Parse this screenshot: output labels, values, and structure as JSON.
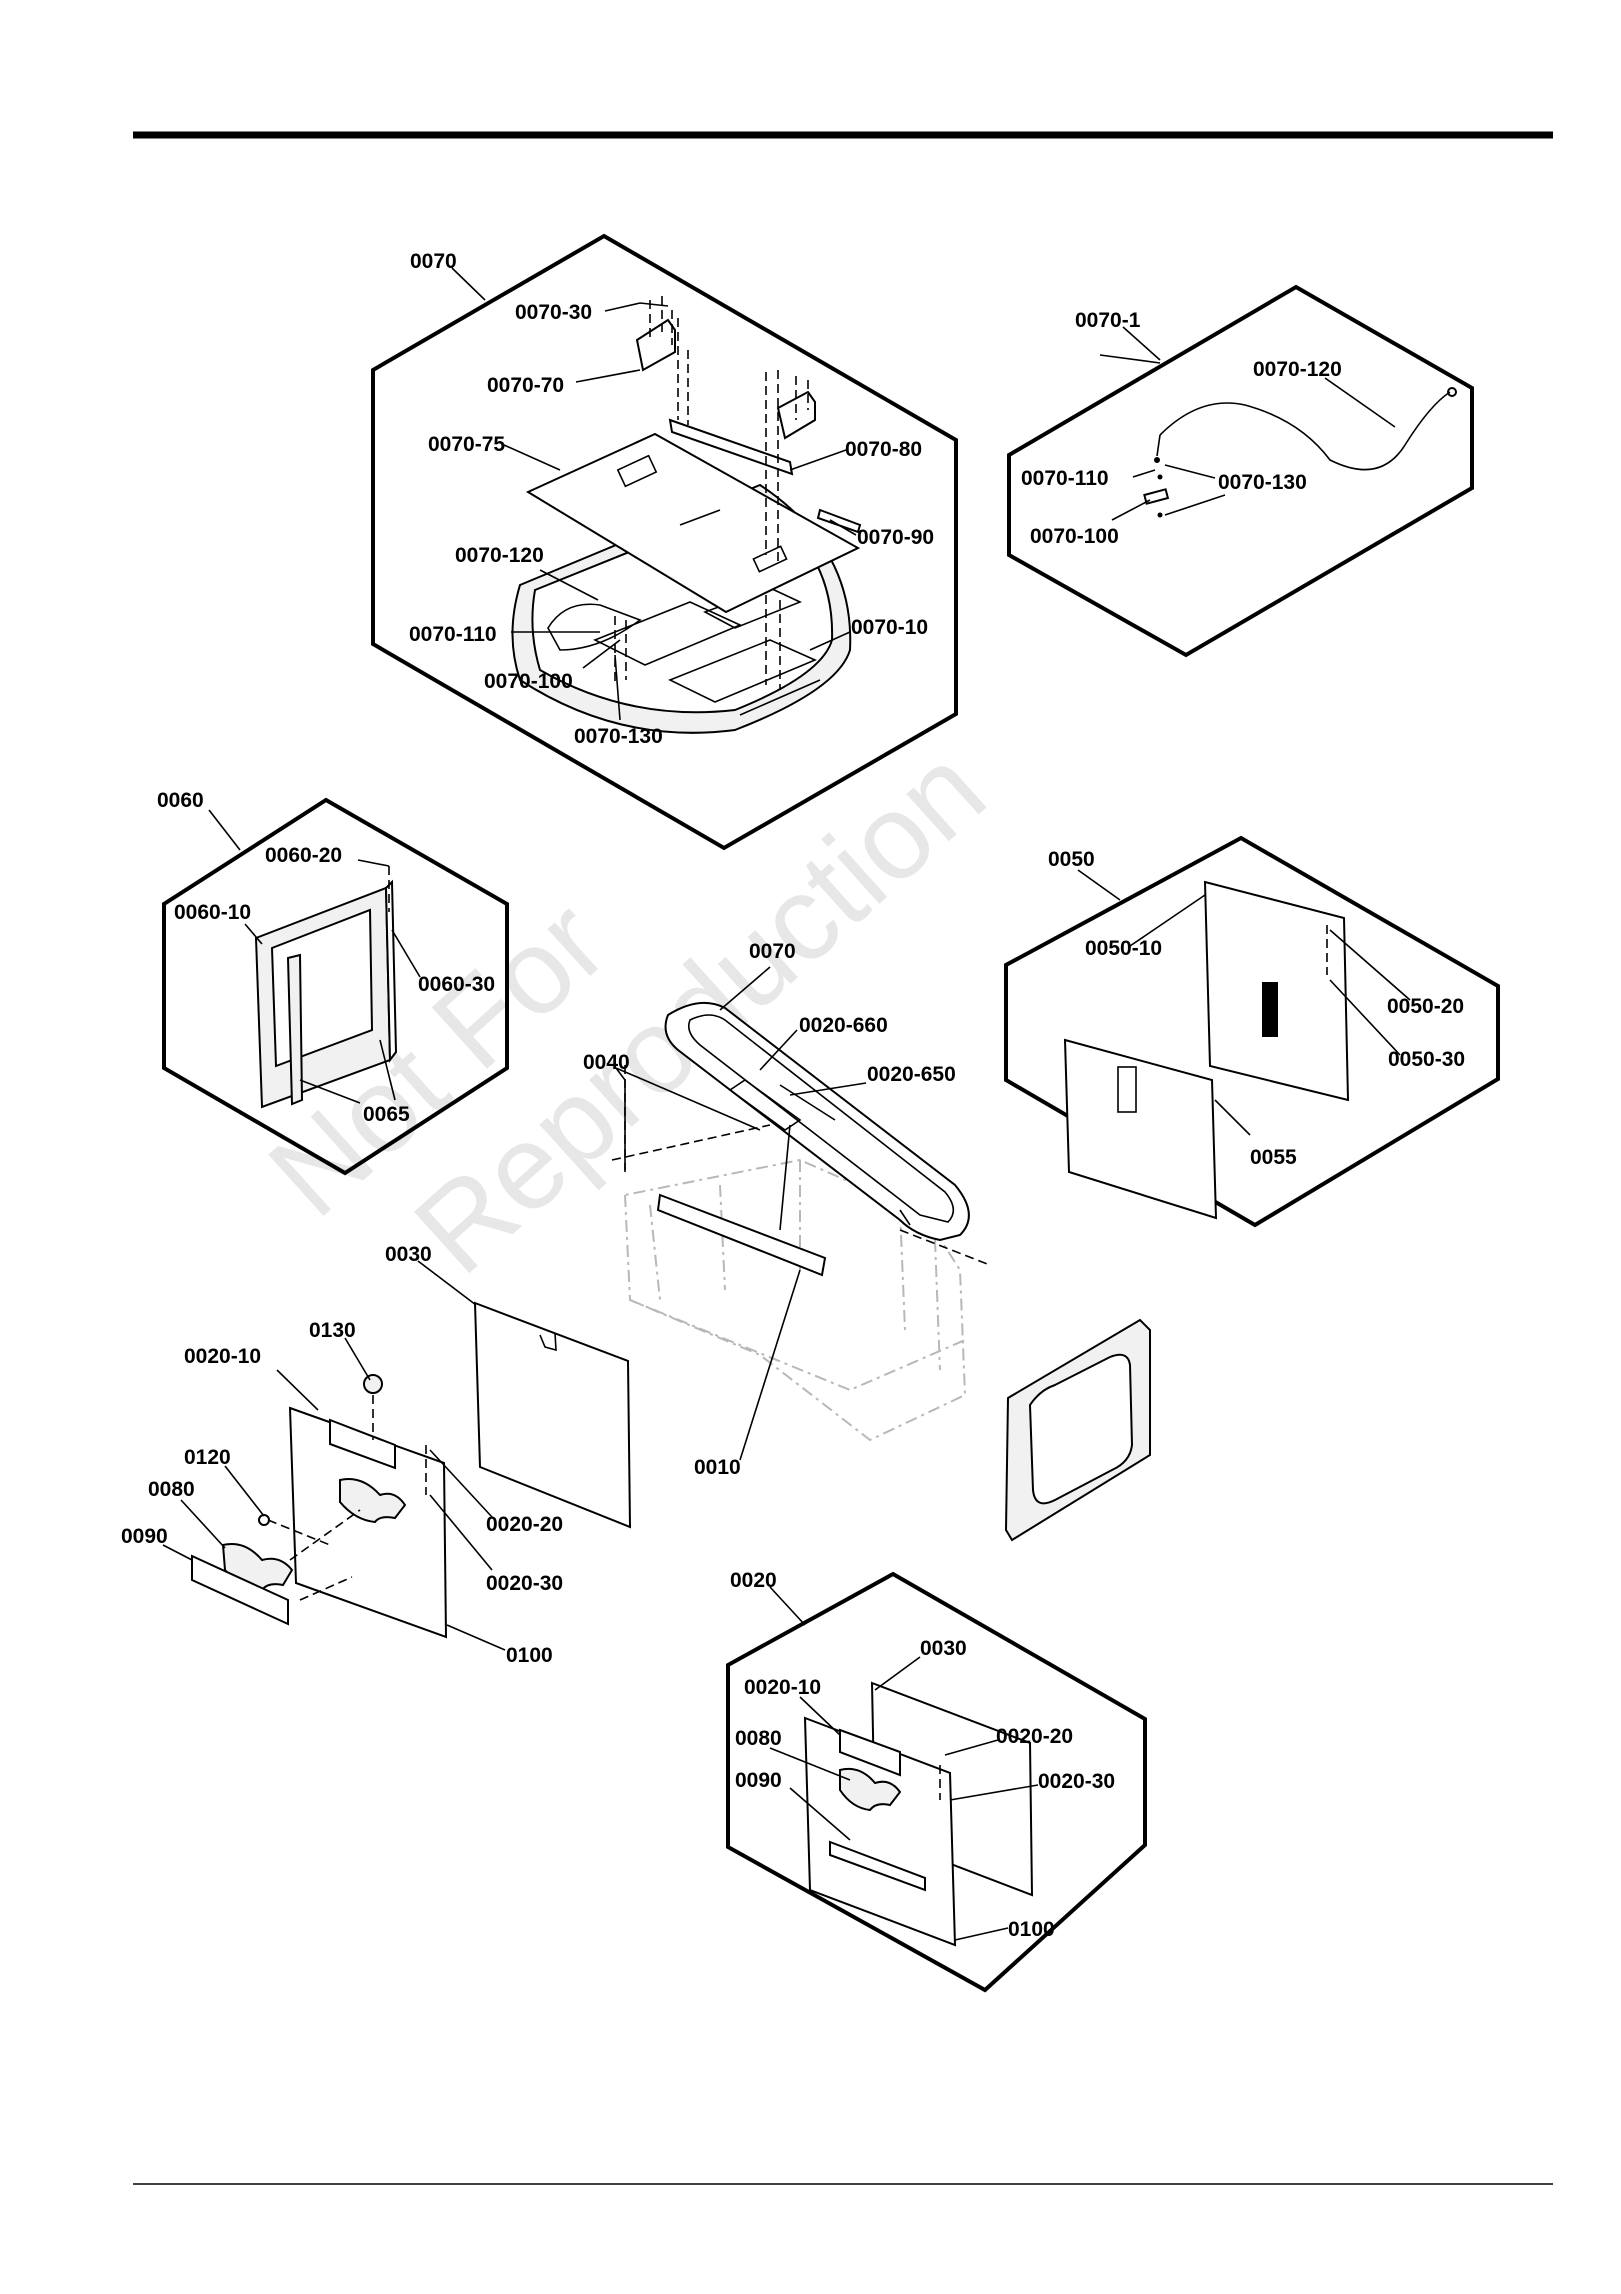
{
  "watermark": {
    "line1": "Not For",
    "line2": "Reproduction"
  },
  "labels": {
    "g0070": {
      "title": "0070",
      "p30": "0070-30",
      "p70": "0070-70",
      "p75": "0070-75",
      "p80": "0070-80",
      "p90": "0070-90",
      "p120": "0070-120",
      "p110": "0070-110",
      "p100": "0070-100",
      "p130": "0070-130",
      "p10": "0070-10"
    },
    "g0070_1": {
      "title": "0070-1",
      "p120": "0070-120",
      "p110": "0070-110",
      "p130": "0070-130",
      "p100": "0070-100"
    },
    "g0060": {
      "title": "0060",
      "p20": "0060-20",
      "p10": "0060-10",
      "p30": "0060-30",
      "p65": "0065"
    },
    "g0050": {
      "title": "0050",
      "p10": "0050-10",
      "p20": "0050-20",
      "p30": "0050-30",
      "p55": "0055"
    },
    "main": {
      "p0070": "0070",
      "p660": "0020-660",
      "p650": "0020-650",
      "p0040": "0040",
      "p0010": "0010",
      "p0030": "0030",
      "p0130": "0130",
      "p2010": "0020-10",
      "p0120": "0120",
      "p0080": "0080",
      "p0090": "0090",
      "p2020": "0020-20",
      "p2030": "0020-30",
      "p0100": "0100"
    },
    "g0020": {
      "title": "0020",
      "p0030": "0030",
      "p2010": "0020-10",
      "p0080": "0080",
      "p2020": "0020-20",
      "p0090": "0090",
      "p2030": "0020-30",
      "p0100": "0100"
    }
  }
}
